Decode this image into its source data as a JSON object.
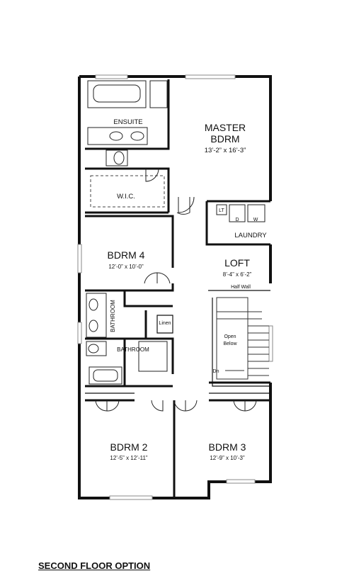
{
  "rooms": {
    "master": {
      "name_line1": "MASTER",
      "name_line2": "BDRM",
      "dims": "13’-2” x 16’-3”"
    },
    "ensuite": {
      "name": "ENSUITE"
    },
    "wic": {
      "name": "W.I.C."
    },
    "laundry": {
      "name": "LAUNDRY",
      "lt": "LT",
      "d": "D",
      "w": "W"
    },
    "bdrm4": {
      "name": "BDRM 4",
      "dims": "12’-0” x 10’-0”"
    },
    "loft": {
      "name": "LOFT",
      "dims": "8’-4” x 6’-2”"
    },
    "half_wall": "Half Wall",
    "bathroom_vertical": "BATHROOM",
    "bathroom": "BATHROOM",
    "linen": "Linen",
    "open_below_line1": "Open",
    "open_below_line2": "Below",
    "dn": "Dn",
    "bdrm2": {
      "name": "BDRM 2",
      "dims": "12’-5” x 12’-11”"
    },
    "bdrm3": {
      "name": "BDRM 3",
      "dims": "12’-9” x 10’-3”"
    }
  },
  "caption": "SECOND FLOOR OPTION"
}
